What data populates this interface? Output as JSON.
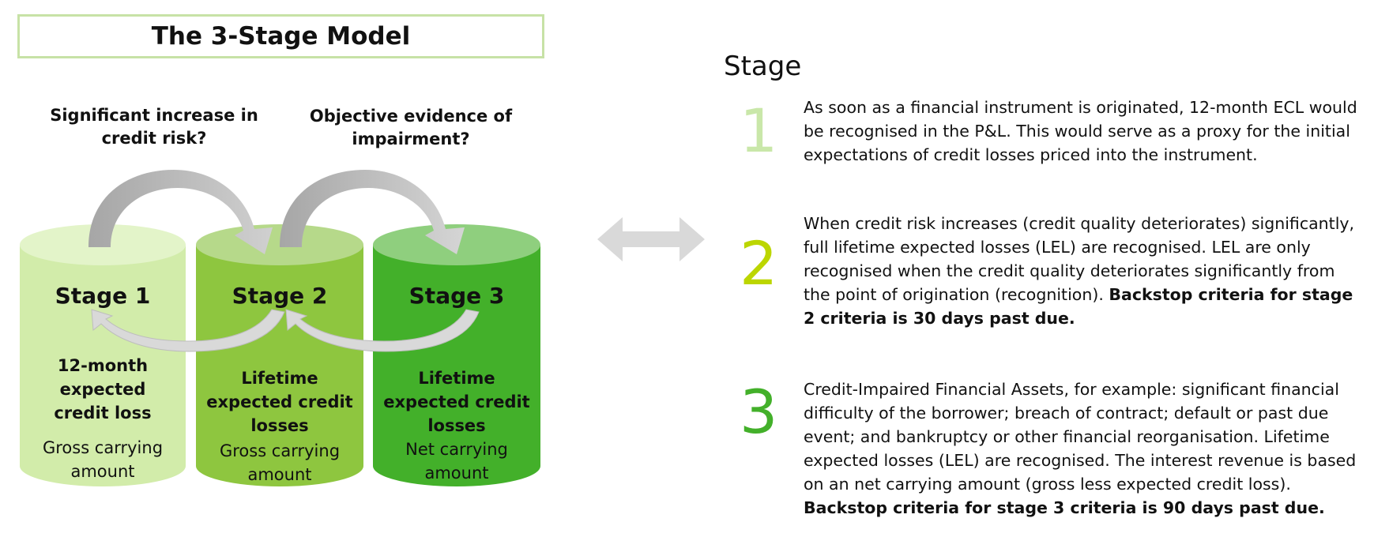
{
  "title": "The 3-Stage Model",
  "questions": {
    "q1": "Significant increase in credit risk?",
    "q2": "Objective evidence of impairment?"
  },
  "cylinders": [
    {
      "stage": "Stage 1",
      "loss": "12-month expected credit loss",
      "carrying": "Gross carrying amount"
    },
    {
      "stage": "Stage 2",
      "loss": "Lifetime expected credit losses",
      "carrying": "Gross carrying amount"
    },
    {
      "stage": "Stage 3",
      "loss": "Lifetime expected credit losses",
      "carrying": "Net carrying amount"
    }
  ],
  "right": {
    "heading": "Stage",
    "items": [
      {
        "number": "1",
        "color": "#c9e7a9",
        "text": "As soon as a financial instrument is originated, 12-month ECL would be recognised in the P&L. This would serve as a proxy for the initial expectations of credit losses priced into the instrument.",
        "bold": ""
      },
      {
        "number": "2",
        "color": "#bcd600",
        "text": "When credit risk increases (credit quality deteriorates) significantly, full lifetime expected losses (LEL) are recognised. LEL are only recognised when the credit quality deteriorates significantly from the point of origination (recognition).",
        "bold": "Backstop criteria for stage 2 criteria is 30 days past due."
      },
      {
        "number": "3",
        "color": "#43b02a",
        "text": "Credit-Impaired Financial Assets, for example: significant financial difficulty of the borrower; breach of contract; default or past due event; and bankruptcy or other financial reorganisation. Lifetime expected losses (LEL) are recognised. The interest revenue is based on an net carrying amount (gross less expected credit loss).",
        "bold": "Backstop criteria for stage 3 criteria is 90 days past due."
      }
    ]
  },
  "colors": {
    "stage1_body": "#d2ecaa",
    "stage1_top": "#e3f4c9",
    "stage2_body": "#8ec63f",
    "stage2_top": "#b6d98a",
    "stage3_body": "#43b02a",
    "stage3_top": "#8fcf7e",
    "arrow_dark": "#a6a6a6",
    "arrow_light": "#d9d9d9",
    "title_border": "#c7e2a6"
  }
}
